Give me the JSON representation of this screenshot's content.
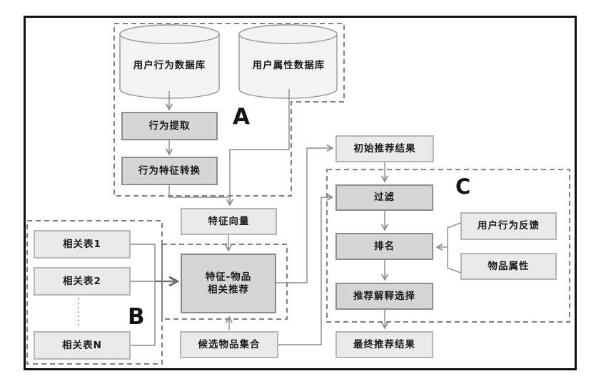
{
  "figure": {
    "description": "Recommendation system architecture flowchart with regions A, B, C"
  },
  "regions": {
    "a": {
      "label": "A"
    },
    "b": {
      "label": "B"
    },
    "c": {
      "label": "C"
    }
  },
  "nodes": {
    "user_behavior_db": {
      "label": "用户行为数据库",
      "type": "database"
    },
    "user_attribute_db": {
      "label": "用户属性数据库",
      "type": "database"
    },
    "behavior_extraction": {
      "label": "行为提取",
      "type": "process"
    },
    "behavior_feature_conversion": {
      "label": "行为特征转换",
      "type": "process"
    },
    "feature_vector": {
      "label": "特征向量",
      "type": "data"
    },
    "feature_item_recommendation": {
      "label_line1": "特征-物品",
      "label_line2": "相关推荐",
      "type": "process"
    },
    "related_table_1": {
      "label": "相关表1",
      "type": "data"
    },
    "related_table_2": {
      "label": "相关表2",
      "type": "data"
    },
    "related_table_n": {
      "label": "相关表N",
      "type": "data"
    },
    "candidate_item_set": {
      "label": "候选物品集合",
      "type": "data"
    },
    "initial_recommendation_results": {
      "label": "初始推荐结果",
      "type": "data"
    },
    "filter": {
      "label": "过滤",
      "type": "process"
    },
    "ranking": {
      "label": "排名",
      "type": "process"
    },
    "recommendation_explanation_selection": {
      "label": "推荐解释选择",
      "type": "process"
    },
    "final_recommendation_results": {
      "label": "最终推荐结果",
      "type": "data"
    },
    "user_behavior_feedback": {
      "label": "用户行为反馈",
      "type": "data"
    },
    "item_attributes": {
      "label": "物品属性",
      "type": "data"
    }
  },
  "edges": [
    {
      "from": "user_behavior_db",
      "to": "behavior_extraction"
    },
    {
      "from": "behavior_extraction",
      "to": "behavior_feature_conversion"
    },
    {
      "from": "behavior_feature_conversion",
      "to": "feature_vector"
    },
    {
      "from": "user_attribute_db",
      "to": "feature_vector"
    },
    {
      "from": "feature_vector",
      "to": "feature_item_recommendation"
    },
    {
      "from": "related_table_1",
      "to": "feature_item_recommendation"
    },
    {
      "from": "related_table_2",
      "to": "feature_item_recommendation"
    },
    {
      "from": "related_table_n",
      "to": "feature_item_recommendation"
    },
    {
      "from": "candidate_item_set",
      "to": "feature_item_recommendation"
    },
    {
      "from": "feature_item_recommendation",
      "to": "initial_recommendation_results"
    },
    {
      "from": "initial_recommendation_results",
      "to": "filter"
    },
    {
      "from": "candidate_item_set",
      "to": "filter"
    },
    {
      "from": "filter",
      "to": "ranking"
    },
    {
      "from": "user_behavior_feedback",
      "to": "ranking"
    },
    {
      "from": "item_attributes",
      "to": "ranking"
    },
    {
      "from": "ranking",
      "to": "recommendation_explanation_selection"
    },
    {
      "from": "recommendation_explanation_selection",
      "to": "final_recommendation_results"
    }
  ],
  "colors": {
    "canvas_border": "#0f0f0f",
    "dashed_region": "#7f7f7f",
    "process_fill": "#d6d6d6",
    "process_border": "#8c8c8c",
    "data_fill": "#eaeaea",
    "data_border": "#b5b5b5",
    "cylinder_fill": "#f3f3f3",
    "cylinder_border": "#9b9b9b",
    "connector": "#8a8a8a",
    "text": "#1a1a1a"
  }
}
